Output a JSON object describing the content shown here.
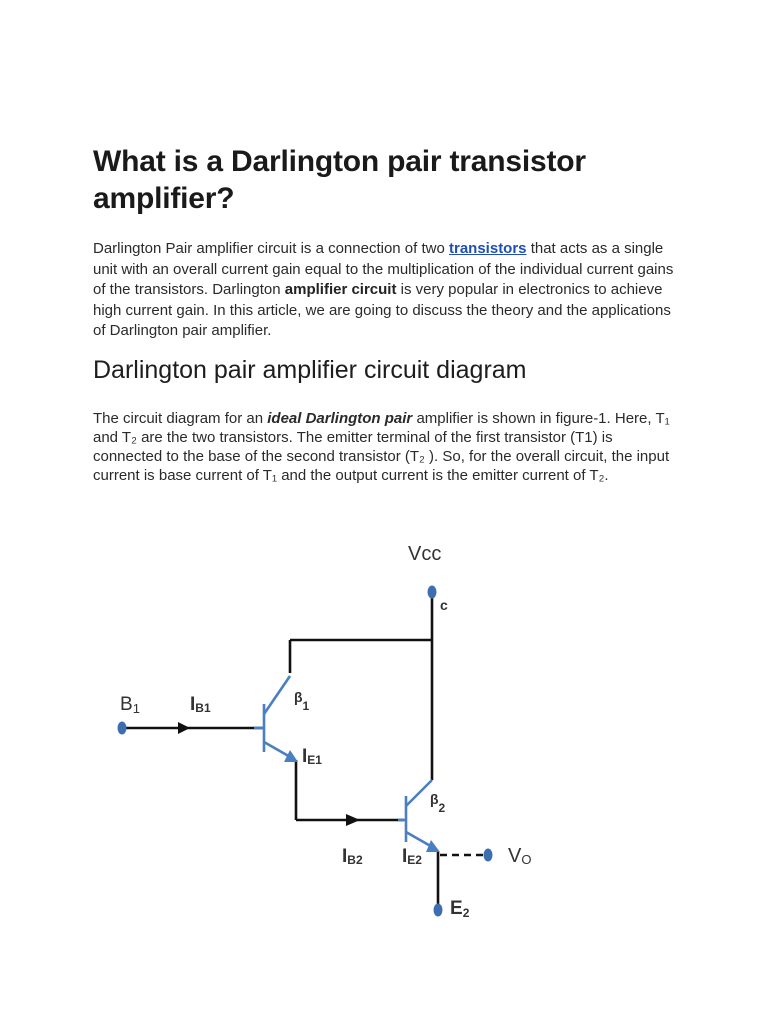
{
  "article": {
    "title": "What is a Darlington pair transistor amplifier?",
    "intro": {
      "part1": "Darlington Pair amplifier circuit is a connection of two ",
      "link": "transistors",
      "part2": " that acts as a single unit with an overall current gain equal to the multiplication of the individual current gains of the transistors. Darlington ",
      "bold": "amplifier circuit",
      "part3": " is very popular in electronics to achieve high current gain. In this article, we are going to discuss the theory and the applications of Darlington pair amplifier."
    },
    "section_heading": "Darlington pair amplifier circuit diagram",
    "body": {
      "part1": "The circuit diagram for an ",
      "emph": "ideal Darlington pair",
      "part2": " amplifier is shown in figure-1. Here, T₁ and T₂ are the two transistors. The emitter terminal of the first transistor (T1) is connected to the base of the second transistor (T₂ ). So, for the overall circuit, the input current is base current of T₁ and the output current is the emitter current of T₂."
    }
  },
  "diagram": {
    "vcc": "Vcc",
    "collector": "c",
    "b1": "B",
    "b1_sub": "1",
    "ib1": "I",
    "ib1_sub": "B1",
    "beta1": "β",
    "beta1_sub": "1",
    "ie1": "I",
    "ie1_sub": "E1",
    "beta2": "β",
    "beta2_sub": "2",
    "ib2": "I",
    "ib2_sub": "B2",
    "ie2": "I",
    "ie2_sub": "E2",
    "vo": "V",
    "vo_sub": "O",
    "e2": "E",
    "e2_sub": "2",
    "wire_color": "#111111",
    "transistor_color": "#4a7fc1",
    "terminal_color": "#3d6fb0"
  }
}
